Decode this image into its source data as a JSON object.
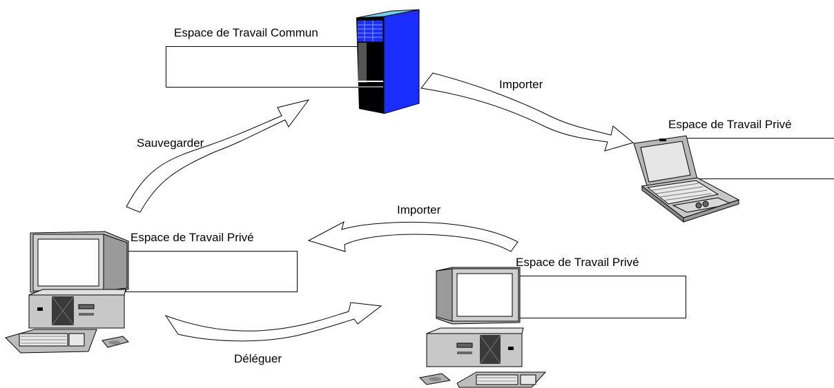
{
  "labels": {
    "common_workspace": "Espace de Travail Commun",
    "private_left": "Espace de Travail Privé",
    "private_bottom": "Espace de Travail Privé",
    "private_laptop": "Espace de Travail Privé",
    "save": "Sauvegarder",
    "import_top": "Importer",
    "import_middle": "Importer",
    "delegate": "Déléguer"
  },
  "icons": [
    "server-icon",
    "desktop-computer-icon",
    "laptop-icon"
  ],
  "colors": {
    "server_blue": "#1a2fff",
    "server_light": "#6fd0f0",
    "line": "#000000"
  }
}
